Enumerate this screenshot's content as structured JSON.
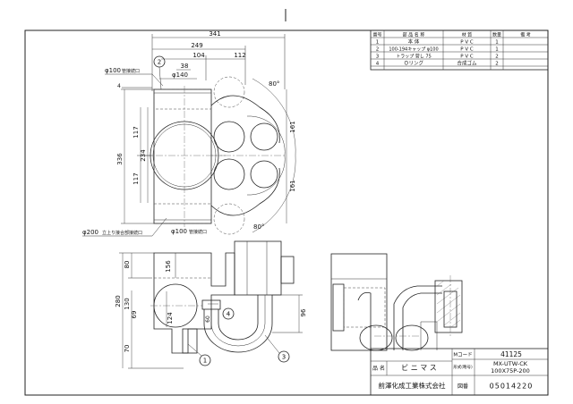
{
  "parts_table": {
    "headers": [
      "番号",
      "部 品 名 称",
      "材 質",
      "数量",
      "備 考"
    ],
    "rows": [
      {
        "no": "1",
        "name": "本 体",
        "material": "P V C",
        "qty": "1",
        "note": ""
      },
      {
        "no": "2",
        "name": "100-194キャップ φ100",
        "material": "P V C",
        "qty": "1",
        "note": ""
      },
      {
        "no": "3",
        "name": "トラップ 菅し 75",
        "material": "P V C",
        "qty": "2",
        "note": ""
      },
      {
        "no": "4",
        "name": "Ｏリング",
        "material": "合成ゴム",
        "qty": "2",
        "note": ""
      }
    ]
  },
  "dimensions": {
    "d341": "341",
    "d249": "249",
    "d104": "104",
    "d112": "112",
    "d38": "38",
    "phi140": "φ140",
    "phi100_top": "φ100",
    "phi100_top_note": "管接続口",
    "d4": "4",
    "d336": "336",
    "d117a": "117",
    "d117b": "117",
    "d234": "234",
    "d161a": "161",
    "d161b": "161",
    "deg80a": "80°",
    "deg80b": "80°",
    "phi200": "φ200",
    "phi200_note": "立上り接合部接続口",
    "phi100_side": "φ100",
    "phi100_side_note": "管接続口",
    "d80": "80",
    "d156": "156",
    "d280": "280",
    "d130": "130",
    "d69": "69",
    "d124": "124",
    "d60": "60",
    "d70": "70",
    "d96": "96"
  },
  "callouts": [
    "1",
    "2",
    "3",
    "4"
  ],
  "title_block": {
    "code_label": "Mコード",
    "code_value": "41125",
    "name_label": "品 名",
    "name_value": "ビ ニ マ ス",
    "model_label": "形式(略号)",
    "model_value_1": "MX-UTW-CK",
    "model_value_2": "100X75P-200",
    "company": "前澤化成工業株式会社",
    "drawing_no_label": "図番",
    "drawing_no": "05014220"
  }
}
